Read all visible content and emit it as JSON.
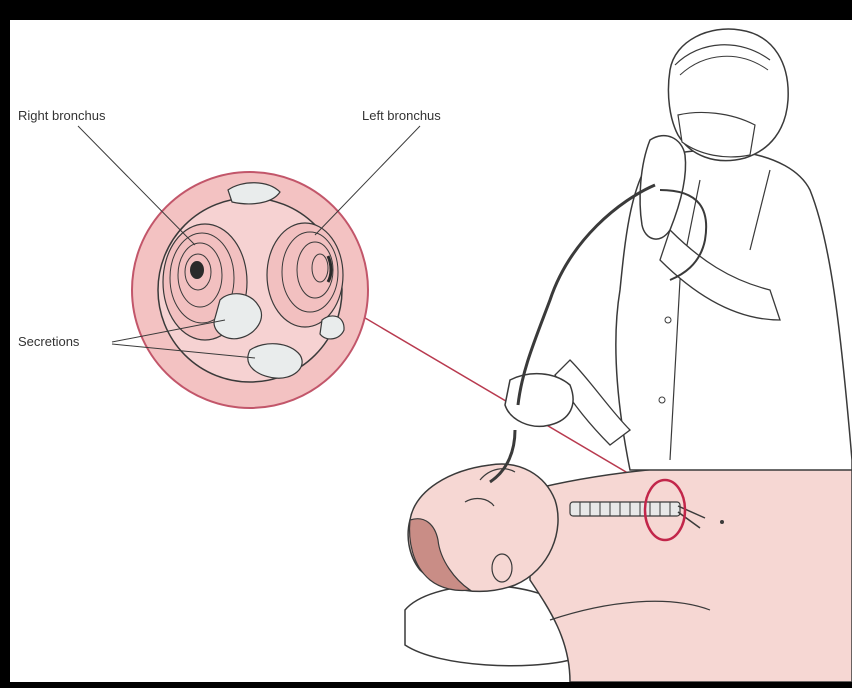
{
  "labels": {
    "right_bronchus": "Right bronchus",
    "left_bronchus": "Left bronchus",
    "secretions": "Secretions"
  },
  "colors": {
    "skin": "#f6d7d3",
    "lens_fill": "#f3c2c2",
    "lens_stroke": "#c2566a",
    "pointer_line": "#b83a4f",
    "ink": "#3a3a3a",
    "hair": "#c98d86",
    "secretion": "#e9ecec"
  },
  "icons": {
    "magnified_view": "bronchoscope-magnifier-icon",
    "doctor": "clinician-figure",
    "patient": "supine-patient-figure"
  }
}
